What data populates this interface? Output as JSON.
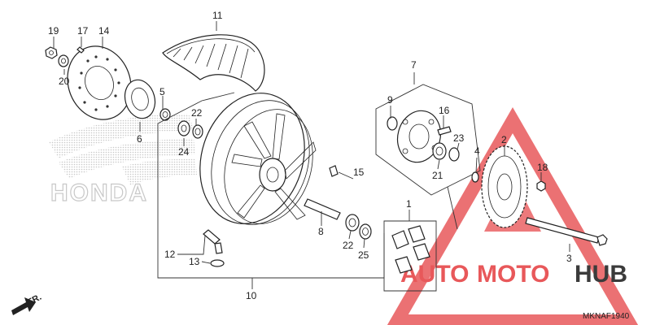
{
  "diagram_code": "MKNAF1940",
  "direction_label": "FR.",
  "watermark": {
    "honda_text": "HONDA",
    "brand_part1": "AUTO",
    "brand_part2": "MOTO",
    "brand_part3": "HUB",
    "colors": {
      "red": "#e8585a",
      "dark": "#3b3b3b",
      "grey_dots": "#c8c8c8"
    }
  },
  "callouts": [
    {
      "id": "c1",
      "label": "1"
    },
    {
      "id": "c2",
      "label": "2"
    },
    {
      "id": "c3",
      "label": "3"
    },
    {
      "id": "c4",
      "label": "4"
    },
    {
      "id": "c5",
      "label": "5"
    },
    {
      "id": "c6",
      "label": "6"
    },
    {
      "id": "c7",
      "label": "7"
    },
    {
      "id": "c8",
      "label": "8"
    },
    {
      "id": "c9",
      "label": "9"
    },
    {
      "id": "c10",
      "label": "10"
    },
    {
      "id": "c11",
      "label": "11"
    },
    {
      "id": "c12",
      "label": "12"
    },
    {
      "id": "c13",
      "label": "13"
    },
    {
      "id": "c14",
      "label": "14"
    },
    {
      "id": "c15",
      "label": "15"
    },
    {
      "id": "c16",
      "label": "16"
    },
    {
      "id": "c17",
      "label": "17"
    },
    {
      "id": "c18",
      "label": "18"
    },
    {
      "id": "c19",
      "label": "19"
    },
    {
      "id": "c20",
      "label": "20"
    },
    {
      "id": "c21",
      "label": "21"
    },
    {
      "id": "c22a",
      "label": "22"
    },
    {
      "id": "c22b",
      "label": "22"
    },
    {
      "id": "c23",
      "label": "23"
    },
    {
      "id": "c24",
      "label": "24"
    },
    {
      "id": "c25",
      "label": "25"
    }
  ]
}
